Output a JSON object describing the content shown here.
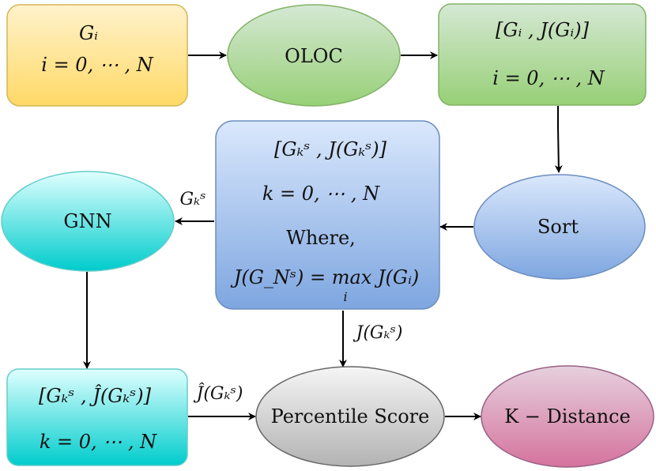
{
  "nodes": {
    "gi_input": {
      "line1": "Gᵢ",
      "line2": "i = 0, ⋯ , N"
    },
    "oloc": {
      "label": "OLOC"
    },
    "gi_pairs": {
      "line1": "[Gᵢ , J(Gᵢ)]",
      "line2": "i = 0, ⋯ , N"
    },
    "sort": {
      "label": "Sort"
    },
    "sorted_block": {
      "line1": "[Gₖˢ , J(Gₖˢ)]",
      "line2": "k = 0, ⋯ , N",
      "line3": "Where,",
      "line4": "J(G_Nˢ) = max J(Gᵢ)",
      "line4_sub": "i"
    },
    "gnn": {
      "label": "GNN"
    },
    "pred_block": {
      "line1": "[Gₖˢ , Ĵ(Gₖˢ)]",
      "line2": "k = 0, ⋯ , N"
    },
    "percentile": {
      "label": "Percentile Score"
    },
    "kdist": {
      "label": "K − Distance"
    }
  },
  "edges": {
    "to_gnn": "Gₖˢ",
    "to_percentile_top": "J(Gₖˢ)",
    "to_percentile_left": "Ĵ(Gₖˢ)"
  },
  "colors": {
    "yellow_top": "#fff2cc",
    "yellow_bottom": "#ffd966",
    "yellow_stroke": "#d6b656",
    "green_top": "#d5e8d4",
    "green_bottom": "#97d077",
    "green_stroke": "#82b366",
    "blue_top": "#dae8fc",
    "blue_bottom": "#7ea6e0",
    "blue_stroke": "#6c8ebf",
    "cyan_top": "#e0ffff",
    "cyan_bottom": "#00cccc",
    "cyan_stroke": "#66cccc",
    "gray_top": "#f5f5f5",
    "gray_bottom": "#b3b3b3",
    "gray_stroke": "#666666",
    "pink_top": "#e6d0de",
    "pink_bottom": "#d5739d",
    "pink_stroke": "#996185"
  }
}
